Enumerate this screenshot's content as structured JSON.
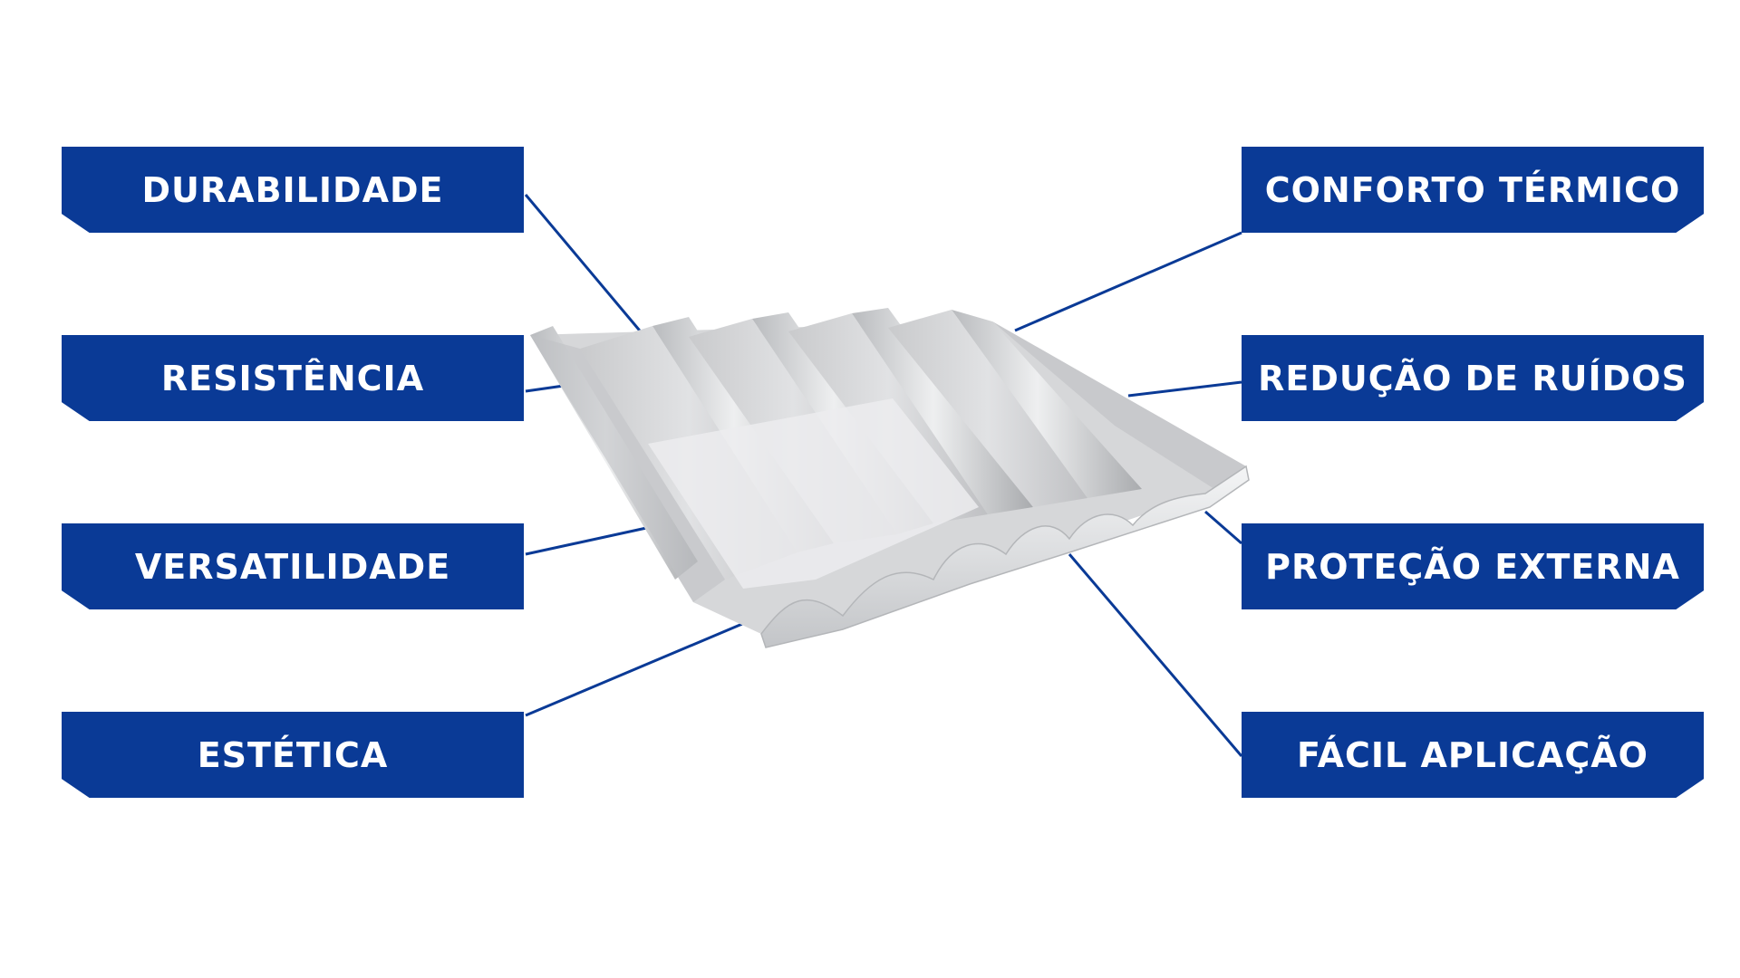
{
  "colors": {
    "tag_background": "#0a3a96",
    "connector_line": "#0a3a96",
    "label_text": "#ffffff",
    "tile": "#d8d9db"
  },
  "image": {
    "subject": "roof-tile-illustration"
  },
  "left_labels": [
    {
      "label": "DURABILIDADE"
    },
    {
      "label": "RESISTÊNCIA"
    },
    {
      "label": "VERSATILIDADE"
    },
    {
      "label": "ESTÉTICA"
    }
  ],
  "right_labels": [
    {
      "label": "CONFORTO TÉRMICO"
    },
    {
      "label": "REDUÇÃO DE RUÍDOS"
    },
    {
      "label": "PROTEÇÃO EXTERNA"
    },
    {
      "label": "FÁCIL APLICAÇÃO"
    }
  ]
}
